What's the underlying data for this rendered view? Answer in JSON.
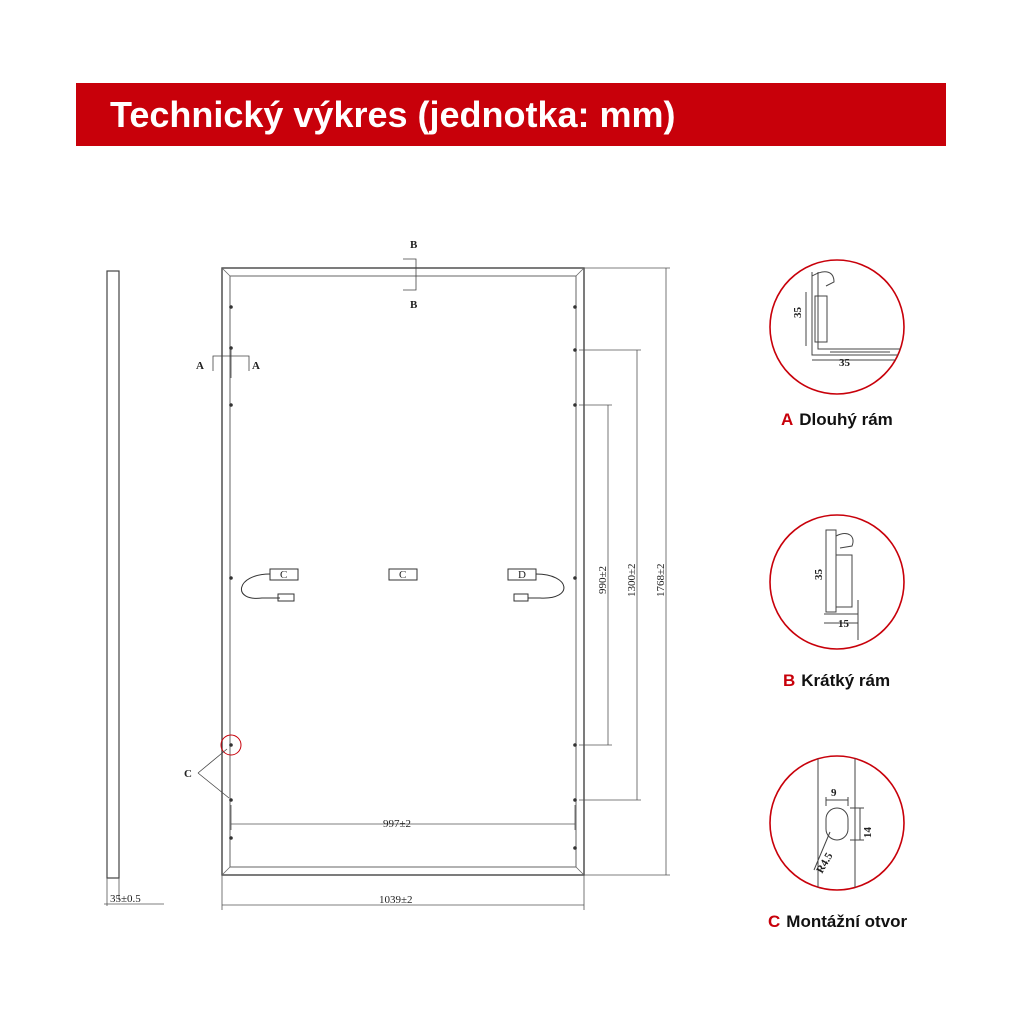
{
  "header": {
    "title": "Technický výkres (jednotka: mm)"
  },
  "colors": {
    "accent": "#c8000a",
    "line": "#444444",
    "background": "#ffffff"
  },
  "drawing": {
    "section_marks": {
      "a": "A",
      "b": "B",
      "c": "C"
    },
    "dimensions": {
      "thickness": "35±0.5",
      "width_outer": "1039±2",
      "width_inner": "997±2",
      "height_total": "1768±2",
      "spacing_outer": "1300±2",
      "spacing_inner": "990±2"
    },
    "junction_labels": {
      "left": "C",
      "center": "C",
      "right": "D"
    }
  },
  "details": [
    {
      "letter": "A",
      "name": "Dlouhý rám",
      "dim_vertical": "35",
      "dim_horizontal": "35"
    },
    {
      "letter": "B",
      "name": "Krátký rám",
      "dim_vertical": "35",
      "dim_horizontal": "15"
    },
    {
      "letter": "C",
      "name": "Montážní otvor",
      "dim_width": "9",
      "dim_height": "14",
      "dim_radius": "R4.5"
    }
  ]
}
